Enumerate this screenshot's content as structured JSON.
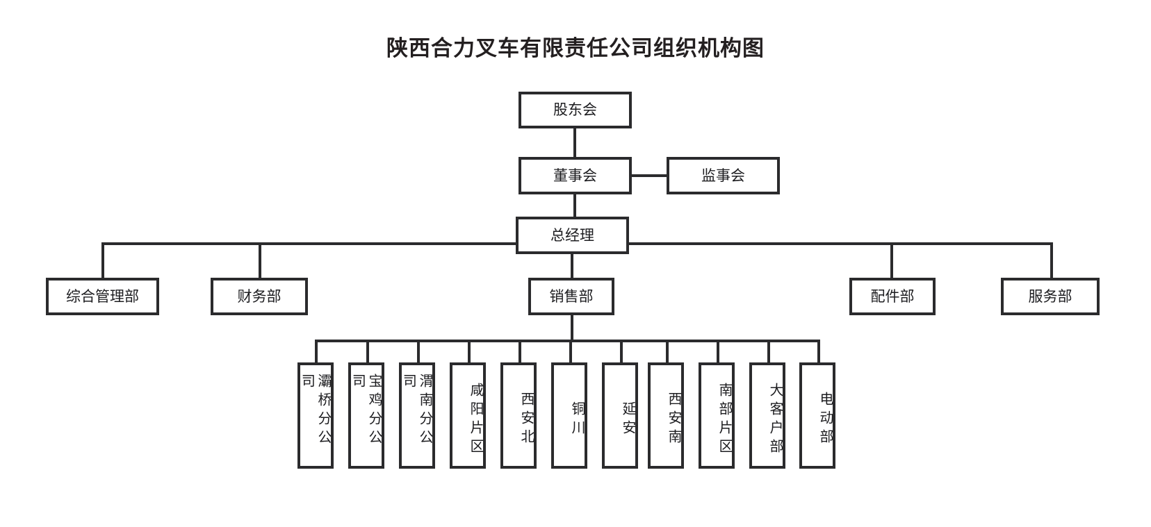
{
  "title": "陕西合力叉车有限责任公司组织机构图",
  "org": {
    "shareholders": {
      "label": "股东会"
    },
    "board": {
      "label": "董事会"
    },
    "supervisors": {
      "label": "监事会"
    },
    "general_manager": {
      "label": "总经理"
    },
    "departments": [
      {
        "label": "综合管理部"
      },
      {
        "label": "财务部"
      },
      {
        "label": "销售部"
      },
      {
        "label": "配件部"
      },
      {
        "label": "服务部"
      }
    ],
    "sales_units": [
      {
        "label": "灞桥分公司"
      },
      {
        "label": "宝鸡分公司"
      },
      {
        "label": "渭南分公司"
      },
      {
        "label": "咸阳片区"
      },
      {
        "label": "西安北"
      },
      {
        "label": "铜川"
      },
      {
        "label": "延安"
      },
      {
        "label": "西安南"
      },
      {
        "label": "南部片区"
      },
      {
        "label": "大客户部"
      },
      {
        "label": "电动部"
      }
    ]
  },
  "style": {
    "line_color": "#2b2b2d",
    "box_fill": "#ffffff",
    "text_color": "#1d1d20",
    "title_color": "#231f20",
    "background": "#ffffff"
  },
  "chart_data": {
    "type": "diagram",
    "title": "陕西合力叉车有限责任公司组织机构图",
    "diagram_kind": "organization-chart",
    "levels": [
      {
        "level": 1,
        "nodes": [
          "股东会"
        ]
      },
      {
        "level": 2,
        "nodes": [
          "董事会",
          "监事会"
        ]
      },
      {
        "level": 3,
        "nodes": [
          "总经理"
        ]
      },
      {
        "level": 4,
        "nodes": [
          "综合管理部",
          "财务部",
          "销售部",
          "配件部",
          "服务部"
        ]
      },
      {
        "level": 5,
        "nodes": [
          "灞桥分公司",
          "宝鸡分公司",
          "渭南分公司",
          "咸阳片区",
          "西安北",
          "铜川",
          "延安",
          "西安南",
          "南部片区",
          "大客户部",
          "电动部"
        ]
      }
    ],
    "edges": [
      {
        "from": "股东会",
        "to": "董事会"
      },
      {
        "from": "董事会",
        "to": "监事会",
        "kind": "lateral"
      },
      {
        "from": "董事会",
        "to": "总经理"
      },
      {
        "from": "总经理",
        "to": "综合管理部"
      },
      {
        "from": "总经理",
        "to": "财务部"
      },
      {
        "from": "总经理",
        "to": "销售部"
      },
      {
        "from": "总经理",
        "to": "配件部"
      },
      {
        "from": "总经理",
        "to": "服务部"
      },
      {
        "from": "销售部",
        "to": "灞桥分公司"
      },
      {
        "from": "销售部",
        "to": "宝鸡分公司"
      },
      {
        "from": "销售部",
        "to": "渭南分公司"
      },
      {
        "from": "销售部",
        "to": "咸阳片区"
      },
      {
        "from": "销售部",
        "to": "西安北"
      },
      {
        "from": "销售部",
        "to": "铜川"
      },
      {
        "from": "销售部",
        "to": "延安"
      },
      {
        "from": "销售部",
        "to": "西安南"
      },
      {
        "from": "销售部",
        "to": "南部片区"
      },
      {
        "from": "销售部",
        "to": "大客户部"
      },
      {
        "from": "销售部",
        "to": "电动部"
      }
    ]
  }
}
